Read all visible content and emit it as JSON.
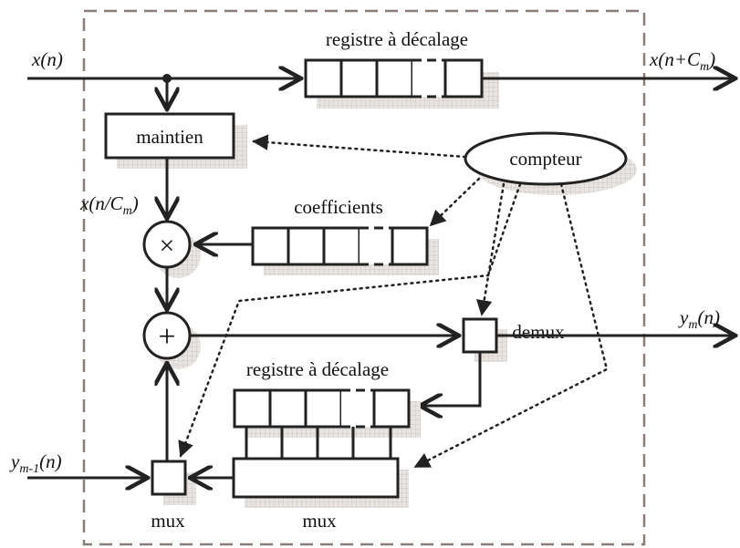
{
  "diagram": {
    "labels": {
      "input": "x(n)",
      "output_delayed": "x(n+Cm)",
      "held_signal": "x(n/Cm)",
      "output": "ym(n)",
      "prev_input": "ym-1(n)",
      "shift_register_top": "registre à décalage",
      "shift_register_bottom": "registre à décalage",
      "hold": "maintien",
      "counter": "compteur",
      "coefficients": "coefficients",
      "demux": "demux",
      "mux_small": "mux",
      "mux_large": "mux"
    },
    "operators": {
      "multiply": "×",
      "add": "+"
    },
    "colors": {
      "frame": "#8a7d78",
      "ink": "#222222",
      "shadow": "#d9d2cf"
    }
  }
}
